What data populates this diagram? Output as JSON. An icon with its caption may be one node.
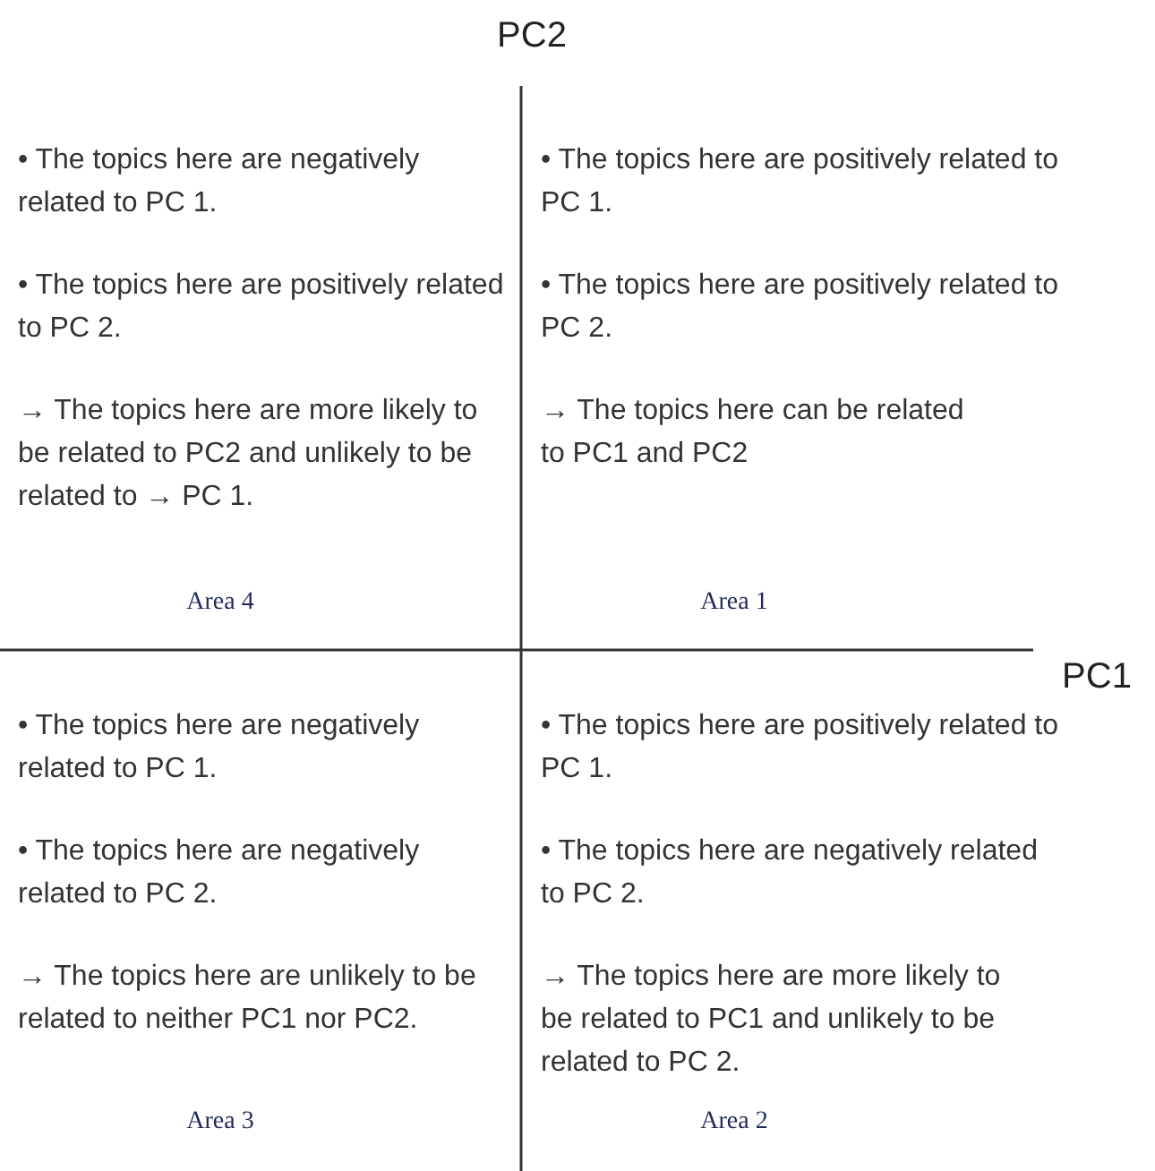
{
  "diagram": {
    "labels": [
      "PC2",
      "• The topics here are negatively related to PC 1.",
      "• The topics here are positively related to PC 2.",
      "→ The topics here are more likely to be related to PC2 and unlikely to be related to → PC 1.",
      "Area 4",
      "• The topics here are positively related to PC 1.",
      "• The topics here are positively related to PC 2.",
      "→ The topics here can be related to PC1 and PC2",
      "Area 1",
      "PC1",
      "• The topics here are negatively related to PC 1.",
      "• The topics here are negatively related to PC 2.",
      "→ The topics here are unlikely to be related to neither PC1 nor PC2.",
      "Area 3",
      "• The topics here are positively related to PC 1.",
      "• The topics here are negatively related to PC 2.",
      "→ The topics here are more likely to be related to PC1 and unlikely to be related to PC 2.",
      "Area 2"
    ]
  }
}
